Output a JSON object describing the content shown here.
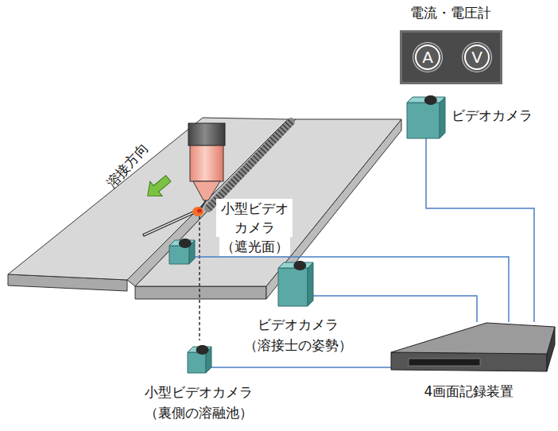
{
  "diagram": {
    "nodes": [
      {
        "text": [
          "電流・電圧計"
        ]
      },
      {
        "text": [
          "A"
        ],
        "in": 0
      },
      {
        "text": [
          "V"
        ],
        "in": 0
      },
      {
        "text": [
          "ビデオカメラ"
        ]
      },
      {
        "text": [
          "小型ビデオ カメラ",
          "（遮光面）"
        ]
      },
      {
        "text": [
          "ビデオカメラ",
          "（溶接士の姿勢）"
        ]
      },
      {
        "text": [
          "小型ビデオカメラ",
          "（裏側の溶融池）"
        ]
      },
      {
        "text": [
          "4画面記録装置"
        ]
      }
    ],
    "edges": [
      {
        "from": 3,
        "to": 7,
        "arrow": "none"
      },
      {
        "from": 4,
        "to": 7,
        "arrow": "none"
      },
      {
        "from": 5,
        "to": 7,
        "arrow": "none"
      },
      {
        "from": 6,
        "to": 7,
        "arrow": "none"
      }
    ],
    "labels": [
      "溶接方向"
    ]
  }
}
